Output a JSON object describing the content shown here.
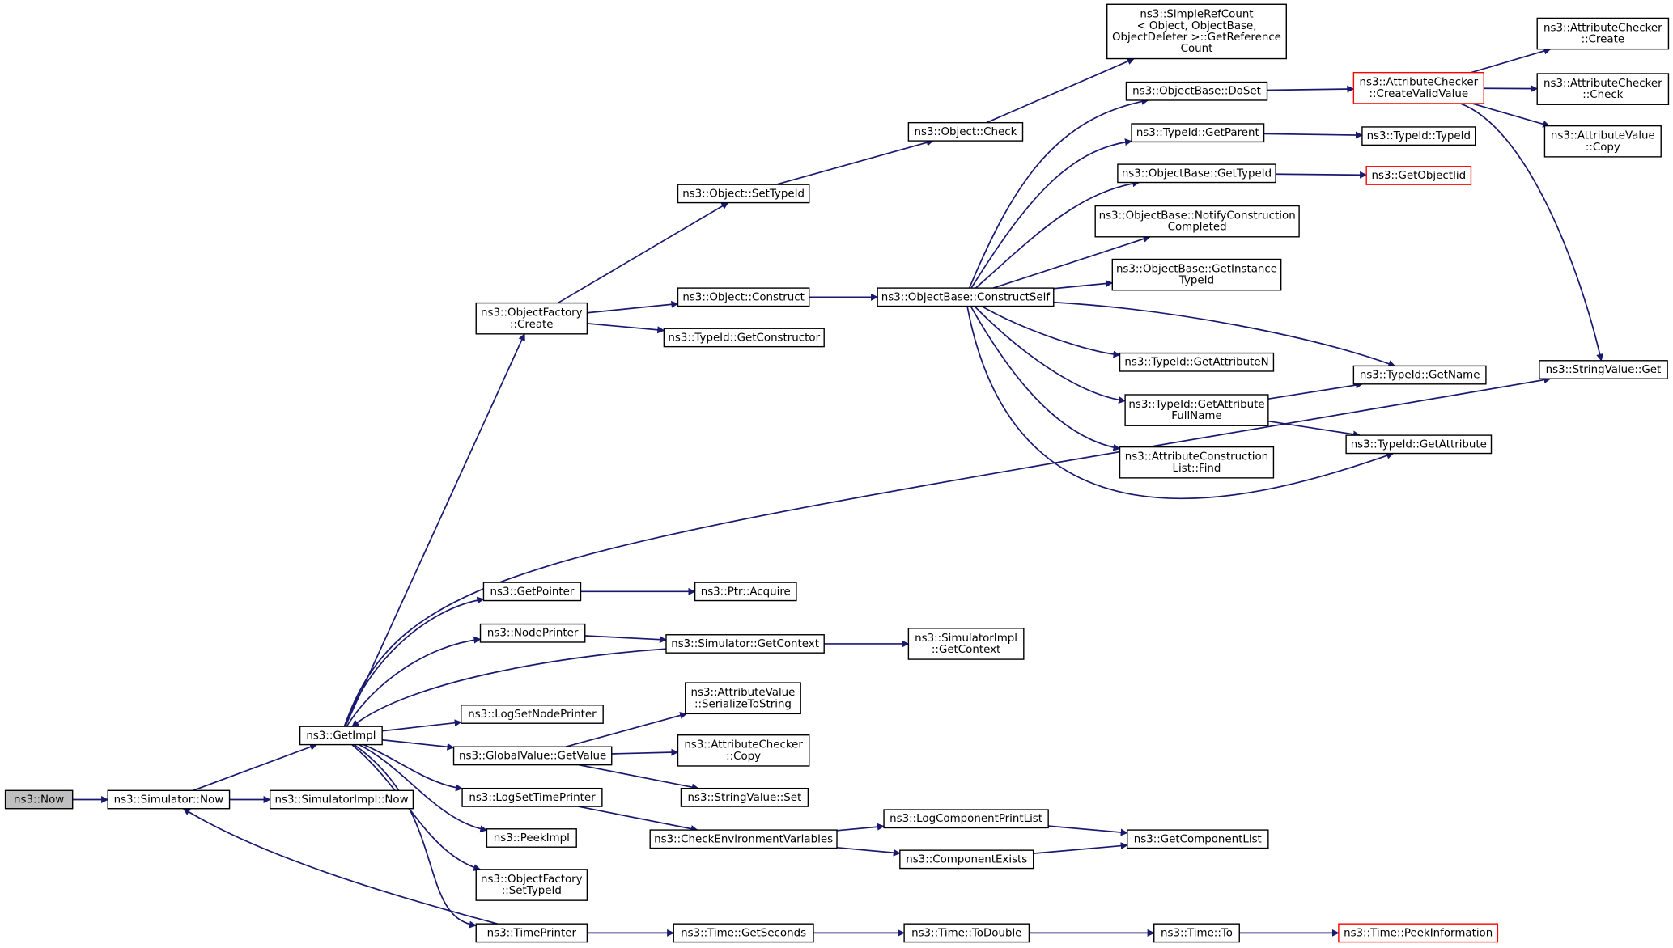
{
  "nodes": [
    {
      "id": "now",
      "lines": [
        "ns3::Now"
      ],
      "style": "root"
    },
    {
      "id": "sim_now",
      "lines": [
        "ns3::Simulator::Now"
      ]
    },
    {
      "id": "simimpl_now",
      "lines": [
        "ns3::SimulatorImpl::Now"
      ]
    },
    {
      "id": "getimpl",
      "lines": [
        "ns3::GetImpl"
      ]
    },
    {
      "id": "of_create",
      "lines": [
        "ns3::ObjectFactory",
        "::Create"
      ]
    },
    {
      "id": "obj_settypeid",
      "lines": [
        "ns3::Object::SetTypeId"
      ]
    },
    {
      "id": "obj_check",
      "lines": [
        "ns3::Object::Check"
      ]
    },
    {
      "id": "srefcount",
      "lines": [
        "ns3::SimpleRefCount",
        "< Object, ObjectBase,",
        "ObjectDeleter >::GetReference",
        "Count"
      ]
    },
    {
      "id": "obj_construct",
      "lines": [
        "ns3::Object::Construct"
      ]
    },
    {
      "id": "tid_getctor",
      "lines": [
        "ns3::TypeId::GetConstructor"
      ]
    },
    {
      "id": "ob_constructself",
      "lines": [
        "ns3::ObjectBase::ConstructSelf"
      ]
    },
    {
      "id": "ob_doset",
      "lines": [
        "ns3::ObjectBase::DoSet"
      ]
    },
    {
      "id": "tid_getparent",
      "lines": [
        "ns3::TypeId::GetParent"
      ]
    },
    {
      "id": "ob_gettypeid",
      "lines": [
        "ns3::ObjectBase::GetTypeId"
      ]
    },
    {
      "id": "ob_notify",
      "lines": [
        "ns3::ObjectBase::NotifyConstruction",
        "Completed"
      ]
    },
    {
      "id": "ob_getinst",
      "lines": [
        "ns3::ObjectBase::GetInstance",
        "TypeId"
      ]
    },
    {
      "id": "tid_getattrn",
      "lines": [
        "ns3::TypeId::GetAttributeN"
      ]
    },
    {
      "id": "tid_getattrfull",
      "lines": [
        "ns3::TypeId::GetAttribute",
        "FullName"
      ]
    },
    {
      "id": "acl_find",
      "lines": [
        "ns3::AttributeConstruction",
        "List::Find"
      ]
    },
    {
      "id": "ac_createvalid",
      "lines": [
        "ns3::AttributeChecker",
        "::CreateValidValue"
      ],
      "style": "red"
    },
    {
      "id": "tid_typeid",
      "lines": [
        "ns3::TypeId::TypeId"
      ]
    },
    {
      "id": "getobjectiid",
      "lines": [
        "ns3::GetObjectIid"
      ],
      "style": "red"
    },
    {
      "id": "tid_getname",
      "lines": [
        "ns3::TypeId::GetName"
      ]
    },
    {
      "id": "tid_getattr",
      "lines": [
        "ns3::TypeId::GetAttribute"
      ]
    },
    {
      "id": "ac_create",
      "lines": [
        "ns3::AttributeChecker",
        "::Create"
      ]
    },
    {
      "id": "ac_check",
      "lines": [
        "ns3::AttributeChecker",
        "::Check"
      ]
    },
    {
      "id": "av_copy",
      "lines": [
        "ns3::AttributeValue",
        "::Copy"
      ]
    },
    {
      "id": "sv_get",
      "lines": [
        "ns3::StringValue::Get"
      ]
    },
    {
      "id": "getpointer",
      "lines": [
        "ns3::GetPointer"
      ]
    },
    {
      "id": "ptr_acquire",
      "lines": [
        "ns3::Ptr::Acquire"
      ]
    },
    {
      "id": "nodeprinter",
      "lines": [
        "ns3::NodePrinter"
      ]
    },
    {
      "id": "sim_getcontext",
      "lines": [
        "ns3::Simulator::GetContext"
      ]
    },
    {
      "id": "simimpl_getcontext",
      "lines": [
        "ns3::SimulatorImpl",
        "::GetContext"
      ]
    },
    {
      "id": "logsetnodeprinter",
      "lines": [
        "ns3::LogSetNodePrinter"
      ]
    },
    {
      "id": "av_serialize",
      "lines": [
        "ns3::AttributeValue",
        "::SerializeToString"
      ]
    },
    {
      "id": "gv_getvalue",
      "lines": [
        "ns3::GlobalValue::GetValue"
      ]
    },
    {
      "id": "ac_copy",
      "lines": [
        "ns3::AttributeChecker",
        "::Copy"
      ]
    },
    {
      "id": "sv_set",
      "lines": [
        "ns3::StringValue::Set"
      ]
    },
    {
      "id": "logsettimeprinter",
      "lines": [
        "ns3::LogSetTimePrinter"
      ]
    },
    {
      "id": "checkenv",
      "lines": [
        "ns3::CheckEnvironmentVariables"
      ]
    },
    {
      "id": "logcompprintlist",
      "lines": [
        "ns3::LogComponentPrintList"
      ]
    },
    {
      "id": "compexists",
      "lines": [
        "ns3::ComponentExists"
      ]
    },
    {
      "id": "getcomplist",
      "lines": [
        "ns3::GetComponentList"
      ]
    },
    {
      "id": "peekimpl",
      "lines": [
        "ns3::PeekImpl"
      ]
    },
    {
      "id": "of_settypeid",
      "lines": [
        "ns3::ObjectFactory",
        "::SetTypeId"
      ]
    },
    {
      "id": "timeprinter",
      "lines": [
        "ns3::TimePrinter"
      ]
    },
    {
      "id": "time_getseconds",
      "lines": [
        "ns3::Time::GetSeconds"
      ]
    },
    {
      "id": "time_todouble",
      "lines": [
        "ns3::Time::ToDouble"
      ]
    },
    {
      "id": "time_to",
      "lines": [
        "ns3::Time::To"
      ]
    },
    {
      "id": "time_peekinfo",
      "lines": [
        "ns3::Time::PeekInformation"
      ],
      "style": "red"
    }
  ],
  "edges": [
    [
      "now",
      "sim_now"
    ],
    [
      "sim_now",
      "simimpl_now"
    ],
    [
      "sim_now",
      "getimpl"
    ],
    [
      "getimpl",
      "of_create"
    ],
    [
      "of_create",
      "obj_settypeid"
    ],
    [
      "obj_settypeid",
      "obj_check"
    ],
    [
      "obj_check",
      "srefcount"
    ],
    [
      "of_create",
      "obj_construct"
    ],
    [
      "of_create",
      "tid_getctor"
    ],
    [
      "obj_construct",
      "ob_constructself"
    ],
    [
      "ob_constructself",
      "ob_doset"
    ],
    [
      "ob_constructself",
      "tid_getparent"
    ],
    [
      "ob_constructself",
      "ob_gettypeid"
    ],
    [
      "ob_constructself",
      "ob_notify"
    ],
    [
      "ob_constructself",
      "ob_getinst"
    ],
    [
      "ob_constructself",
      "tid_getattrn"
    ],
    [
      "ob_constructself",
      "tid_getattrfull"
    ],
    [
      "ob_constructself",
      "acl_find"
    ],
    [
      "ob_constructself",
      "tid_getname"
    ],
    [
      "ob_constructself",
      "tid_getattr"
    ],
    [
      "ob_doset",
      "ac_createvalid"
    ],
    [
      "tid_getparent",
      "tid_typeid"
    ],
    [
      "ob_gettypeid",
      "getobjectiid"
    ],
    [
      "tid_getattrfull",
      "tid_getname"
    ],
    [
      "tid_getattrfull",
      "tid_getattr"
    ],
    [
      "ac_createvalid",
      "ac_create"
    ],
    [
      "ac_createvalid",
      "ac_check"
    ],
    [
      "ac_createvalid",
      "av_copy"
    ],
    [
      "ac_createvalid",
      "sv_get"
    ],
    [
      "getimpl",
      "sv_get"
    ],
    [
      "getimpl",
      "getpointer"
    ],
    [
      "getpointer",
      "ptr_acquire"
    ],
    [
      "getimpl",
      "nodeprinter"
    ],
    [
      "nodeprinter",
      "sim_getcontext"
    ],
    [
      "sim_getcontext",
      "getimpl"
    ],
    [
      "sim_getcontext",
      "simimpl_getcontext"
    ],
    [
      "getimpl",
      "logsetnodeprinter"
    ],
    [
      "getimpl",
      "gv_getvalue"
    ],
    [
      "gv_getvalue",
      "av_serialize"
    ],
    [
      "gv_getvalue",
      "ac_copy"
    ],
    [
      "gv_getvalue",
      "sv_set"
    ],
    [
      "getimpl",
      "logsettimeprinter"
    ],
    [
      "logsettimeprinter",
      "checkenv"
    ],
    [
      "checkenv",
      "logcompprintlist"
    ],
    [
      "checkenv",
      "compexists"
    ],
    [
      "logcompprintlist",
      "getcomplist"
    ],
    [
      "compexists",
      "getcomplist"
    ],
    [
      "getimpl",
      "peekimpl"
    ],
    [
      "getimpl",
      "of_settypeid"
    ],
    [
      "getimpl",
      "timeprinter"
    ],
    [
      "timeprinter",
      "sim_now"
    ],
    [
      "timeprinter",
      "time_getseconds"
    ],
    [
      "time_getseconds",
      "time_todouble"
    ],
    [
      "time_todouble",
      "time_to"
    ],
    [
      "time_to",
      "time_peekinfo"
    ]
  ]
}
